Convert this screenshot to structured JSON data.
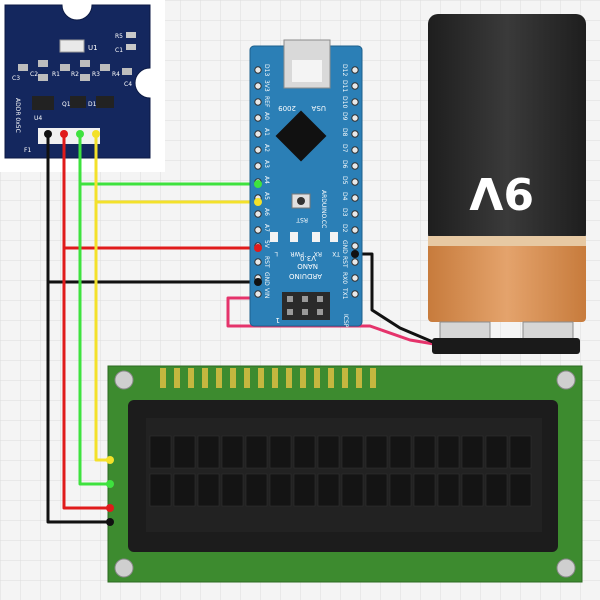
{
  "diagram": {
    "title": "",
    "components": {
      "sensor_module": {
        "labels": {
          "u1": "U1",
          "r5": "R5",
          "c1": "C1",
          "c2": "C2",
          "c3": "C3",
          "r1": "R1",
          "r2": "R2",
          "r3": "R3",
          "r4": "R4",
          "c4": "C4",
          "u4": "U4",
          "q1": "Q1",
          "d1": "D1",
          "f1": "F1",
          "logo": "ADDR 0x5C"
        }
      },
      "arduino_nano": {
        "labels": {
          "usa": "USA",
          "year": "2009",
          "rst": "RST",
          "brand": "ARDUINO.CC",
          "l": "L",
          "pwr": "PWR",
          "rx": "RX",
          "tx": "TX",
          "model_nano": "NANO",
          "model_arduino": "ARDUINO",
          "version": "V3.0",
          "icsp": "ICSP",
          "icsp_pin1": "1"
        },
        "left_pins": [
          "D13",
          "3V3",
          "REF",
          "A0",
          "A1",
          "A2",
          "A3",
          "A4",
          "A5",
          "A6",
          "A7",
          "5V",
          "RST",
          "GND",
          "VIN"
        ],
        "right_pins": [
          "D12",
          "D11",
          "D10",
          "D9",
          "D8",
          "D7",
          "D6",
          "D5",
          "D4",
          "D3",
          "D2",
          "GND",
          "RST",
          "RX0",
          "TX1"
        ]
      },
      "battery": {
        "label": "9V"
      },
      "lcd": {
        "rows": 2,
        "cols": 16,
        "header_pins": 16
      }
    },
    "colors": {
      "wire_red": "#e01b1b",
      "wire_black": "#111111",
      "wire_green": "#3ee23e",
      "wire_yellow": "#f3e12a",
      "wire_pink": "#e5336b",
      "nano_board": "#2b7fb6",
      "lcd_board": "#3d8b2f",
      "battery_top": "#2d2d2d",
      "battery_bottom": "#d99155"
    }
  }
}
